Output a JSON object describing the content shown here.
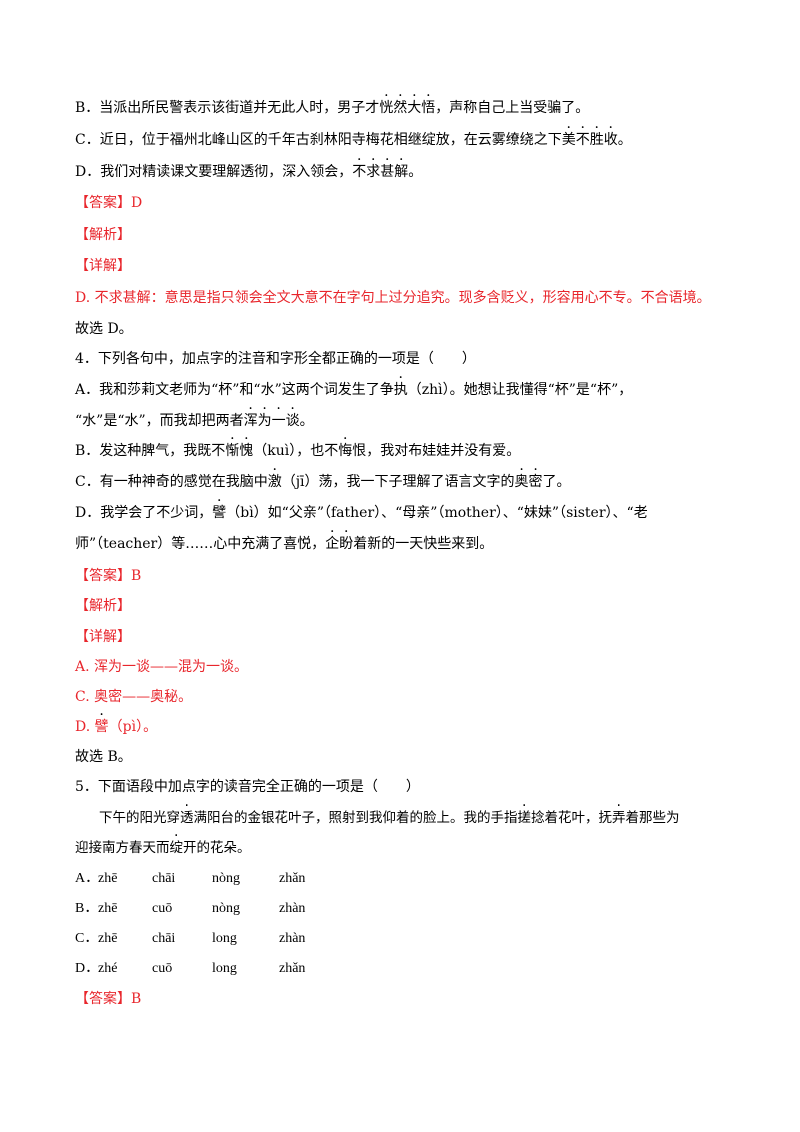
{
  "lines": {
    "b3_pre": "B．当派出所民警表示该街道并无此人时，男子才",
    "b3_dot": [
      "恍",
      "然",
      "大",
      "悟"
    ],
    "b3_post": "，声称自己上当受骗了。",
    "c3_pre": "C．近日，位于福州北峰山区的千年古刹林阳寺梅花相继绽放，在云雾缭绕之下",
    "c3_dot": [
      "美",
      "不",
      "胜",
      "收"
    ],
    "c3_post": "。",
    "d3_pre": "D．我们对精读课文要理解透彻，深入领会，",
    "d3_dot": [
      "不",
      "求",
      "甚",
      "解"
    ],
    "d3_post": "。",
    "ans3_tag": "【答案】",
    "ans3_val": "D",
    "jx3": "【解析】",
    "xj3": "【详解】",
    "exp3": "D. 不求甚解：意思是指只领会全文大意不在字句上过分追究。现多含贬义，形容用心不专。不合语境。",
    "gx3": "故选 D。",
    "q4": "4．下列各句中，加点字的注音和字形全都正确的一项是（　　）",
    "a4_1_pre": "A．我和莎莉文老师为“杯”和“水”这两个词发生了争",
    "a4_1_dot": "执",
    "a4_1_post": "（zhì）。她想让我懂得“杯”是“杯”，",
    "a4_2_pre": "“水”是“水”，而我却把两者",
    "a4_2_dot": [
      "浑",
      "为",
      "一",
      "谈"
    ],
    "a4_2_post": "。",
    "b4_pre": "B．发这种脾气，我既不",
    "b4_dot1": "惭",
    "b4_dot2": "愧",
    "b4_mid": "（kuì），也不",
    "b4_dot3": "悔",
    "b4_post": "恨，我对布娃娃并没有爱。",
    "c4_pre": "C．有一种神奇的感觉在我脑中",
    "c4_dot": "激",
    "c4_mid": "（jī）荡，我一下子理解了语言文字的",
    "c4_dot2": "奥",
    "c4_dot3": "密",
    "c4_post": "了。",
    "d4_1_pre": "D．我学会了不少词，",
    "d4_1_dot": "譬",
    "d4_1_post": "（bì）如“父亲”（father）、“母亲”（mother）、“妹妹”（sister）、“老",
    "d4_2_pre": "师”（teacher）等……心中充满了喜悦，",
    "d4_2_dot": [
      "企",
      "盼"
    ],
    "d4_2_post": "着新的一天快些来到。",
    "ans4_tag": "【答案】",
    "ans4_val": "B",
    "jx4": "【解析】",
    "xj4": "【详解】",
    "exp4_a": "A. 浑为一谈——混为一谈。",
    "exp4_c": "C. 奥密——奥秘。",
    "exp4_d_pre": "D. ",
    "exp4_d_dot": "譬",
    "exp4_d_post": "（pì）。",
    "gx4": "故选 B。",
    "q5": "5．下面语段中加点字的读音完全正确的一项是（　　）",
    "p5_1_pre": "下午的阳光穿",
    "p5_1_dot1": "透",
    "p5_1_mid": "满阳台的金银花叶子，照射到我仰着的脸上。我的手指",
    "p5_1_dot2": "搓",
    "p5_1_mid2": "捻着花叶，抚",
    "p5_1_dot3": "弄",
    "p5_1_post": "着那些为",
    "p5_2_pre": "迎接南方春天而",
    "p5_2_dot": "绽",
    "p5_2_post": "开的花朵。",
    "opt_rows": [
      {
        "label": "A．",
        "c1": "zhē",
        "c2": "chāi",
        "c3": "nòng",
        "c4": "zhǎn"
      },
      {
        "label": "B．",
        "c1": "zhē",
        "c2": "cuō",
        "c3": "nòng",
        "c4": "zhàn"
      },
      {
        "label": "C．",
        "c1": "zhē",
        "c2": "chāi",
        "c3": "long",
        "c4": "zhàn"
      },
      {
        "label": "D．",
        "c1": "zhé",
        "c2": "cuō",
        "c3": "long",
        "c4": "zhǎn"
      }
    ],
    "ans5_tag": "【答案】",
    "ans5_val": "B"
  },
  "colors": {
    "answer_red": "#e8262c",
    "text": "#000000"
  }
}
